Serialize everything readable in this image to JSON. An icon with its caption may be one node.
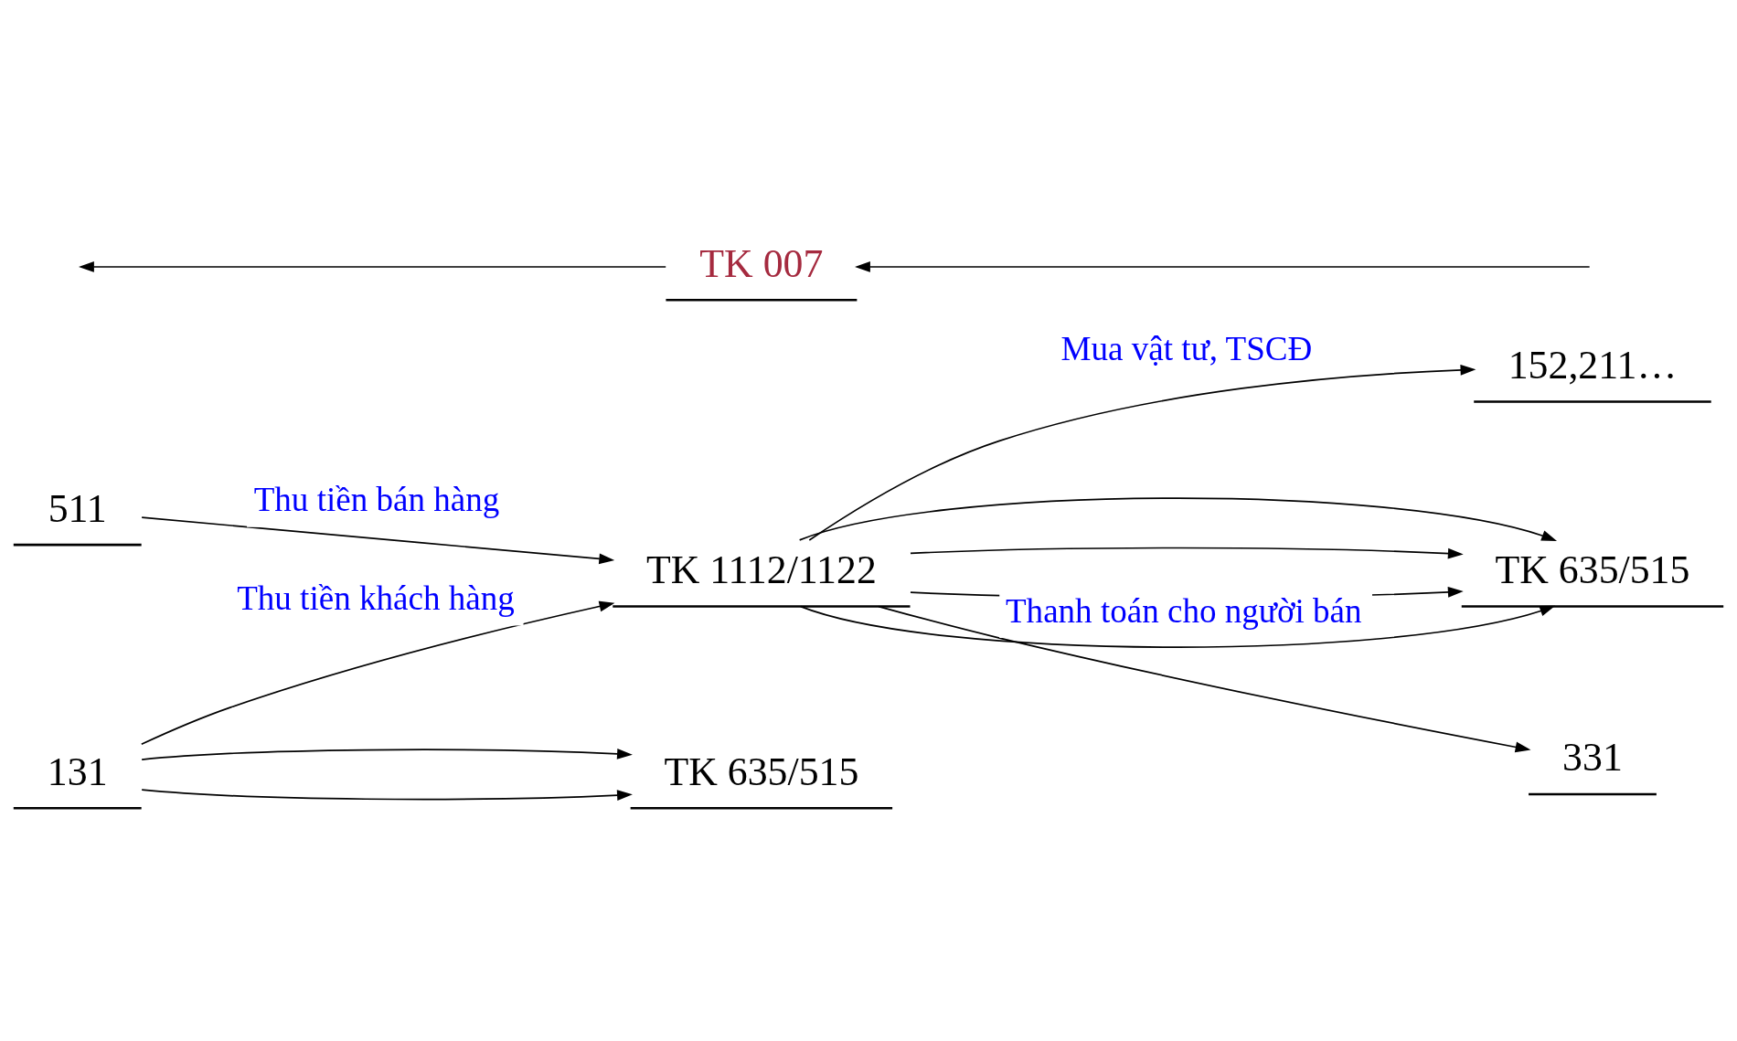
{
  "diagram": {
    "nodes": [
      {
        "text": [
          "511"
        ]
      },
      {
        "text": [
          "TK 1112/1122"
        ]
      },
      {
        "text": [
          "152,211…"
        ]
      },
      {
        "text": [
          "TK 635/515"
        ]
      },
      {
        "text": [
          "131"
        ]
      },
      {
        "text": [
          "TK 635/515"
        ]
      },
      {
        "text": [
          "331"
        ]
      },
      {
        "text": [
          "TK 007"
        ]
      }
    ],
    "edges": [
      {
        "from": 0,
        "to": 1,
        "arrow": "to",
        "label": "Thu tiền bán hàng"
      },
      {
        "from": 4,
        "to": 1,
        "arrow": "to",
        "label": "Thu tiền khách hàng"
      },
      {
        "from": 4,
        "to": 5,
        "arrow": "to"
      },
      {
        "from": 4,
        "to": 5,
        "arrow": "to"
      },
      {
        "from": 1,
        "to": 2,
        "arrow": "to",
        "label": "Mua vật tư, TSCĐ"
      },
      {
        "from": 1,
        "to": 3,
        "arrow": "to"
      },
      {
        "from": 1,
        "to": 3,
        "arrow": "to"
      },
      {
        "from": 1,
        "to": 6,
        "arrow": "to",
        "label": "Thanh toán cho người bán"
      },
      {
        "from": 1,
        "to": 3,
        "arrow": "to"
      },
      {
        "from": 1,
        "to": 3,
        "arrow": "to"
      },
      {
        "from": null,
        "to": 7,
        "arrow": "to"
      },
      {
        "from": 7,
        "to": null,
        "arrow": "to"
      }
    ]
  }
}
